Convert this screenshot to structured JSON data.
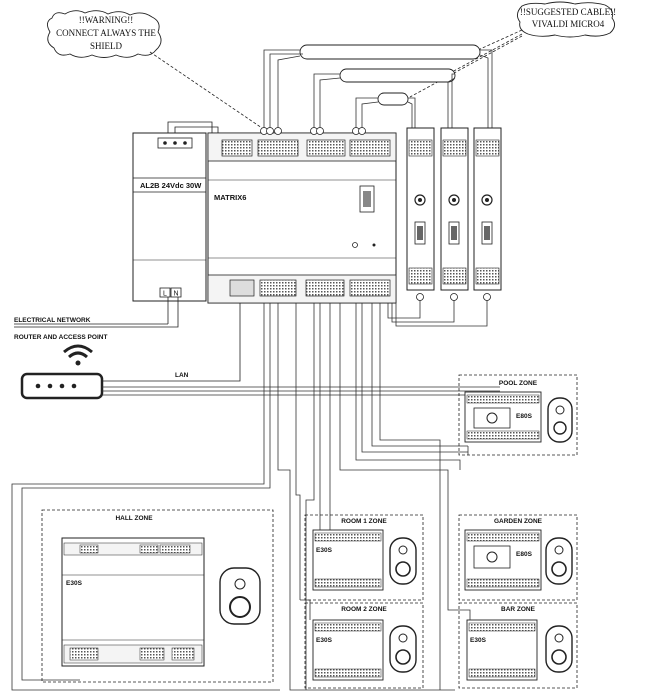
{
  "callouts": {
    "warning_line1": "!!WARNING!!",
    "warning_line2": "CONNECT ALWAYS THE",
    "warning_line3": "SHIELD",
    "cable_line1": "!!SUGGESTED CABLE!!",
    "cable_line2": "VIVALDI MICRO4"
  },
  "power_supply": {
    "label": "AL2B  24Vdc 30W",
    "terminal_l": "L",
    "terminal_n": "N"
  },
  "controller": {
    "label": "MATRIX6"
  },
  "network": {
    "electrical": "ELECTRICAL NETWORK",
    "router": "ROUTER AND ACCESS POINT",
    "lan": "LAN"
  },
  "zones": {
    "pool": {
      "title": "POOL ZONE",
      "device": "E80S"
    },
    "hall": {
      "title": "HALL ZONE",
      "device": "E30S"
    },
    "room1": {
      "title": "ROOM 1 ZONE",
      "device": "E30S"
    },
    "room2": {
      "title": "ROOM 2 ZONE",
      "device": "E30S"
    },
    "garden": {
      "title": "GARDEN ZONE",
      "device": "E80S"
    },
    "bar": {
      "title": "BAR ZONE",
      "device": "E30S"
    }
  }
}
